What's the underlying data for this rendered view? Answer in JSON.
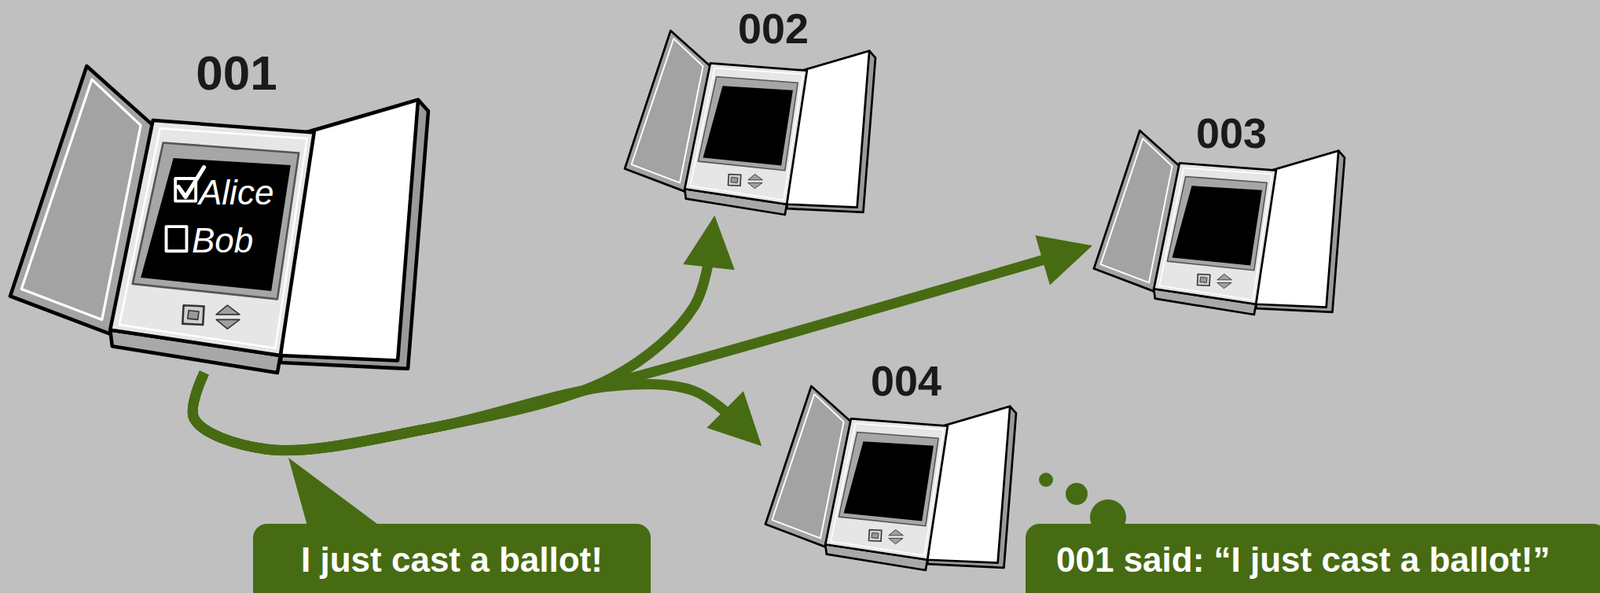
{
  "diagram": {
    "nodes": [
      {
        "text": [
          "001",
          "Alice",
          "Bob"
        ]
      },
      {
        "text": [
          "002"
        ]
      },
      {
        "text": [
          "003"
        ]
      },
      {
        "text": [
          "004"
        ]
      },
      {
        "text": [
          "I just cast a ballot!"
        ]
      },
      {
        "text": [
          "001 said: “I just cast a ballot!”"
        ]
      }
    ],
    "edges": [
      {
        "from": 0,
        "to": 1,
        "arrow": "to"
      },
      {
        "from": 0,
        "to": 2,
        "arrow": "to"
      },
      {
        "from": 0,
        "to": 3,
        "arrow": "to"
      }
    ]
  }
}
